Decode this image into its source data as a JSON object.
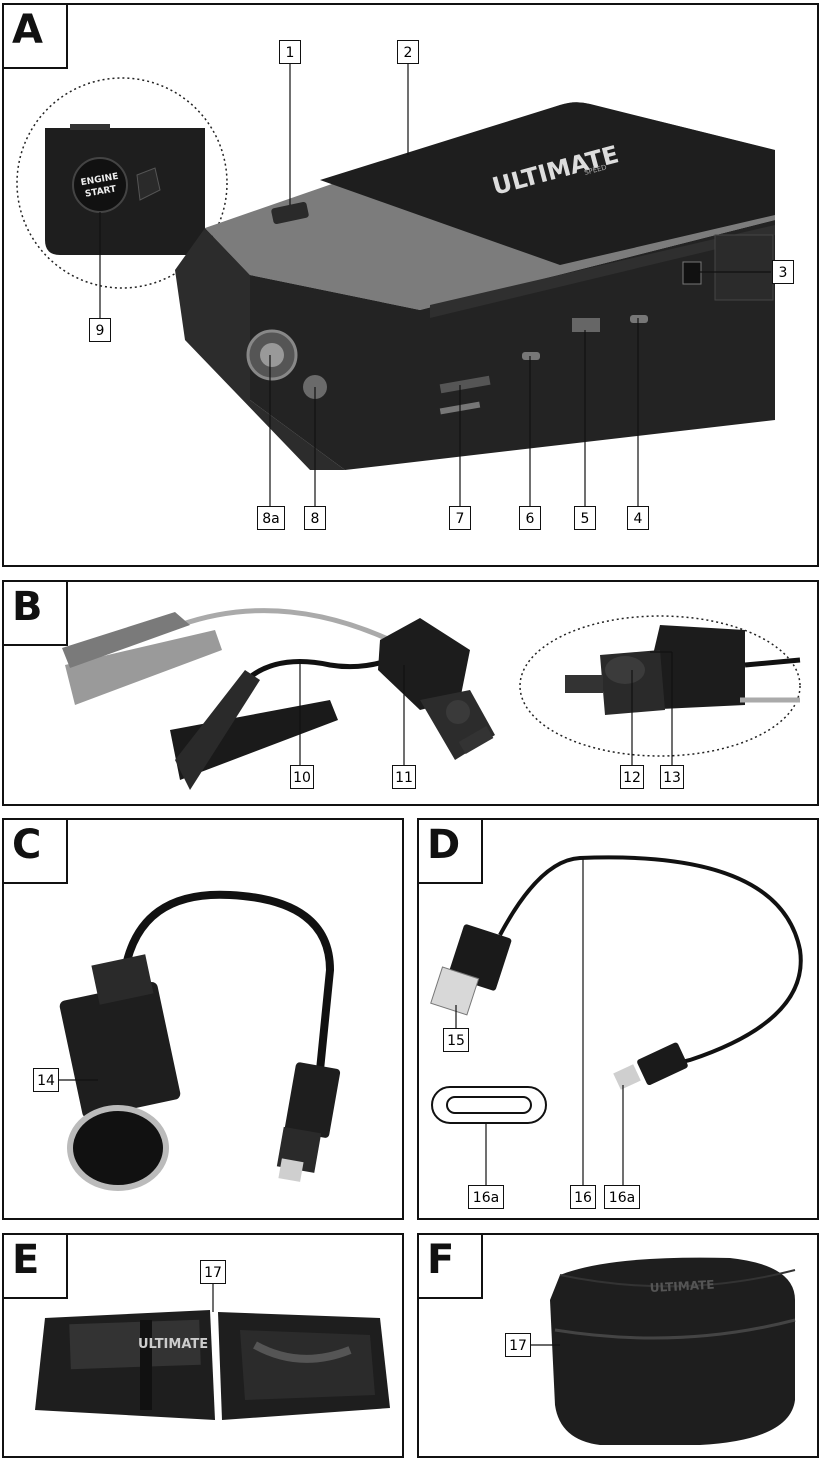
{
  "panels": {
    "A": {
      "letter": "A",
      "brand": "ULTIMATE",
      "brand_sub": "SPEED",
      "engine_label_1": "ENGINE",
      "engine_label_2": "START",
      "callouts": [
        "1",
        "2",
        "3",
        "4",
        "5",
        "6",
        "7",
        "8",
        "8a",
        "9"
      ]
    },
    "B": {
      "letter": "B",
      "callouts": [
        "10",
        "11",
        "12",
        "13"
      ]
    },
    "C": {
      "letter": "C",
      "callouts": [
        "14"
      ]
    },
    "D": {
      "letter": "D",
      "callouts": [
        "15",
        "16",
        "16a",
        "16a"
      ]
    },
    "E": {
      "letter": "E",
      "brand": "ULTIMATE",
      "callouts": [
        "17"
      ]
    },
    "F": {
      "letter": "F",
      "brand": "ULTIMATE",
      "callouts": [
        "17"
      ]
    }
  },
  "colors": {
    "dark": "#1b1b1b",
    "mid": "#3a3a3a",
    "grey": "#8a8a8a",
    "light": "#b5b5b5"
  }
}
